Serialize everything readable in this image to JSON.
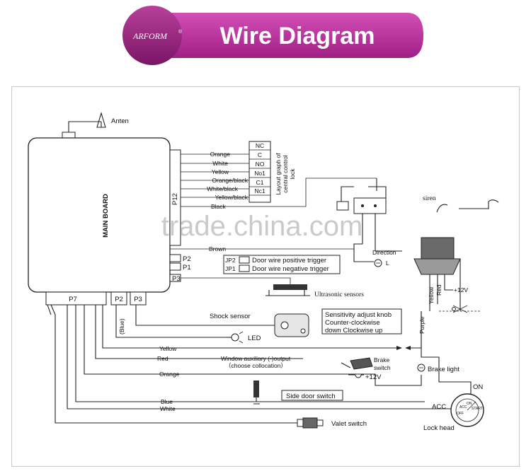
{
  "banner": {
    "logo_text": "ARFORM",
    "logo_mark": "®",
    "title": "Wire Diagram"
  },
  "diagram": {
    "antenna_label": "Anten",
    "board_label": "MAIN BOARD",
    "lock_graph_label": [
      "Layout graph of",
      "central control",
      "lock"
    ],
    "relay_terms": [
      "NC",
      "C",
      "NO",
      "No1",
      "C1",
      "Nc1"
    ],
    "relay_wires": [
      "Orange",
      "White",
      "Yellow",
      "Orange/black",
      "White/black",
      "Yellow/black"
    ],
    "brown_label": "Brown",
    "black_label": "Black",
    "connectors": {
      "p12": "P12",
      "p2": "P2",
      "p1": "P1",
      "p3": "P3",
      "p7": "P7",
      "p2b": "P2",
      "p3b": "P3"
    },
    "jp2_label": "JP2",
    "jp1_label": "JP1",
    "door_pos": "Door wire positive trigger",
    "door_neg": "Door wire negative trigger",
    "ultrasonic": "Ultrasonic sensors",
    "direction": "Direction",
    "dir_l": "L",
    "siren": "siren",
    "shock_sensor": "Shock sensor",
    "blue_paren": "(Blue)",
    "led": "LED",
    "sensitivity": [
      "Sensitivity adjust knob",
      "Counter-clockwise",
      "down Clockwise up"
    ],
    "yellow": "Yellow",
    "red": "Red",
    "red_v": "Red",
    "yellow_v": "Yellow",
    "window_aux": "Window auxiliary (-)output",
    "choose": "（choose collocation）",
    "orange": "Orange",
    "brake_switch": [
      "Brake",
      "switch"
    ],
    "plus12": "+12V",
    "plus12b": "+12V",
    "brake_light": "Brake light",
    "purple": "Purple",
    "side_door": "Side door switch",
    "blue": "Blue",
    "white": "White",
    "acc": "ACC",
    "on": "ON",
    "lock_head": "Lock head",
    "ignition_ticks": [
      "OFF",
      "ACC",
      "ON",
      "START"
    ],
    "valet": "Valet switch",
    "watermark": "trade.china.com"
  }
}
